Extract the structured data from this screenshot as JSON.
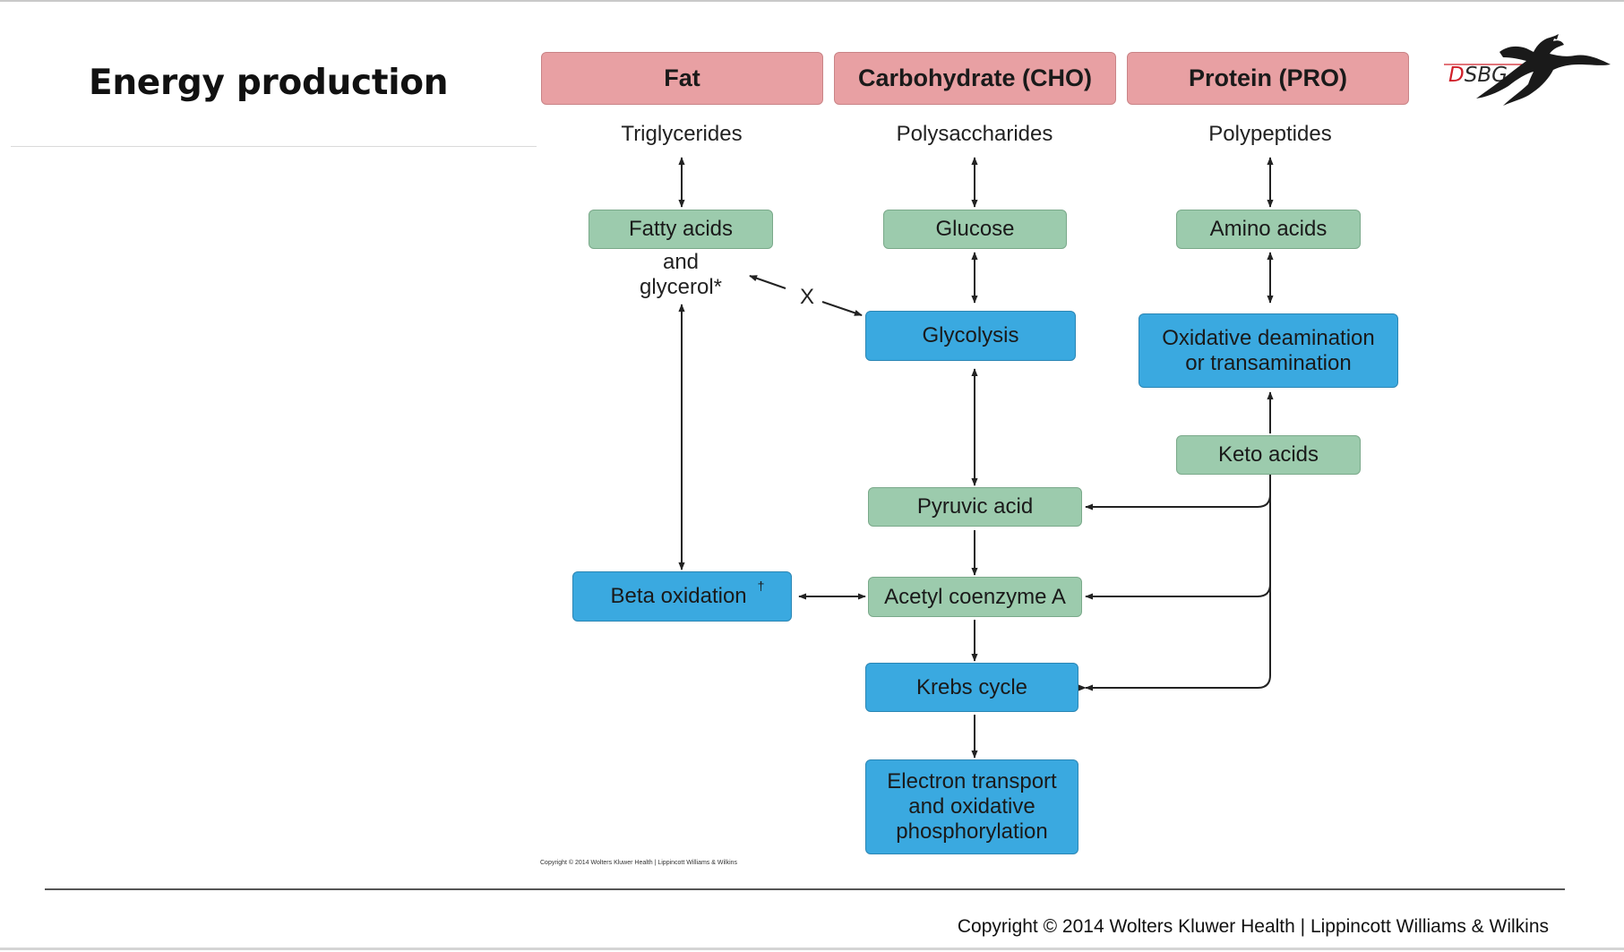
{
  "slide": {
    "title": "Energy production",
    "footer_copyright": "Copyright © 2014 Wolters Kluwer Health | Lippincott Williams & Wilkins"
  },
  "logo": {
    "letter_d": "D",
    "letters_rest": "SBG"
  },
  "diagram": {
    "headers": {
      "fat": "Fat",
      "cho": "Carbohydrate (CHO)",
      "pro": "Protein (PRO)"
    },
    "sources": {
      "fat": "Triglycerides",
      "cho": "Polysaccharides",
      "pro": "Polypeptides"
    },
    "nodes": {
      "fatty_acids": "Fatty acids",
      "fatty_acids_sub1": "and",
      "fatty_acids_sub2": "glycerol*",
      "glucose": "Glucose",
      "amino_acids": "Amino acids",
      "glycolysis": "Glycolysis",
      "deamination1": "Oxidative deamination",
      "deamination2": "or transamination",
      "keto_acids": "Keto acids",
      "pyruvic_acid": "Pyruvic acid",
      "beta_oxidation": "Beta oxidation",
      "beta_mark": "†",
      "acetyl_coa": "Acetyl coenzyme A",
      "krebs": "Krebs cycle",
      "etc1": "Electron transport",
      "etc2": "and oxidative",
      "etc3": "phosphorylation",
      "blocked_mark": "X"
    },
    "figure_copyright": "Copyright © 2014 Wolters Kluwer Health | Lippincott Williams & Wilkins"
  },
  "colors": {
    "header_fill": "#e8a0a3",
    "substrate_fill": "#9ccbad",
    "process_fill": "#3aa9e0",
    "arrow": "#222222"
  }
}
